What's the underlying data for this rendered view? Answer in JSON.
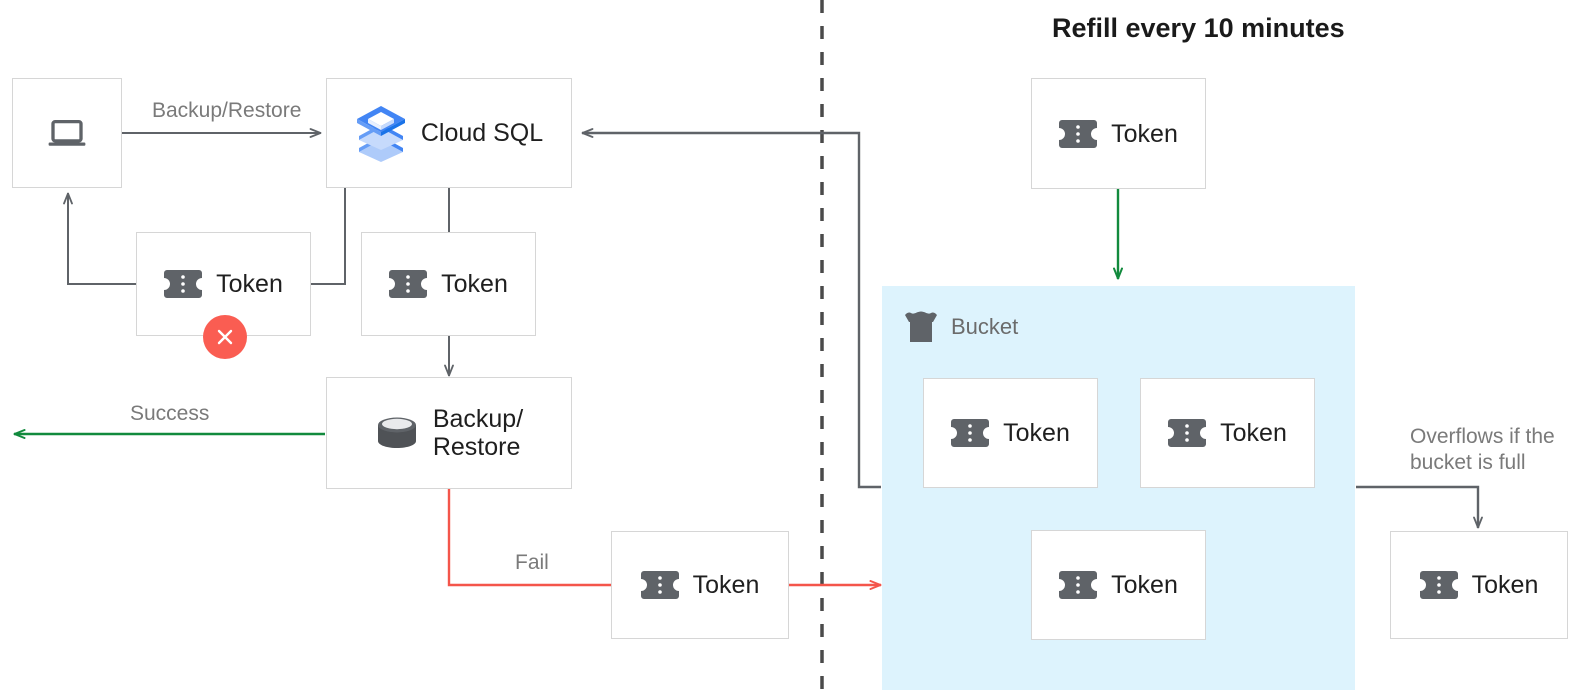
{
  "diagram": {
    "title": "Refill every 10 minutes",
    "colors": {
      "bucket_fill": "#ddf3fd",
      "token_icon": "#5f6368",
      "success_green": "#128a3d",
      "fail_red": "#f4554a",
      "error_badge": "#fa5d52",
      "wire_gray": "#5f6368",
      "box_border": "#d6d6d6",
      "label_gray": "#7a7a7a",
      "cloudsql_blue": "#4285f4"
    }
  },
  "nodes": {
    "client": {
      "label": "",
      "icon": "laptop-icon"
    },
    "cloud_sql": {
      "label": "Cloud SQL",
      "icon": "cloud-sql-icon"
    },
    "token_client": {
      "label": "Token",
      "icon": "token-icon",
      "status": "error"
    },
    "token_sql": {
      "label": "Token",
      "icon": "token-icon"
    },
    "backup_restore": {
      "label": "Backup/\nRestore",
      "icon": "database-icon"
    },
    "token_fail": {
      "label": "Token",
      "icon": "token-icon"
    },
    "token_refill": {
      "label": "Token",
      "icon": "token-icon"
    },
    "token_bucket_1": {
      "label": "Token",
      "icon": "token-icon"
    },
    "token_bucket_2": {
      "label": "Token",
      "icon": "token-icon"
    },
    "token_bucket_3": {
      "label": "Token",
      "icon": "token-icon"
    },
    "token_overflow": {
      "label": "Token",
      "icon": "token-icon"
    }
  },
  "bucket": {
    "label": "Bucket",
    "icon": "bucket-icon"
  },
  "edges": {
    "backup_restore_label": "Backup/Restore",
    "success_label": "Success",
    "fail_label": "Fail",
    "overflow_label": "Overflows if the\nbucket is full"
  }
}
